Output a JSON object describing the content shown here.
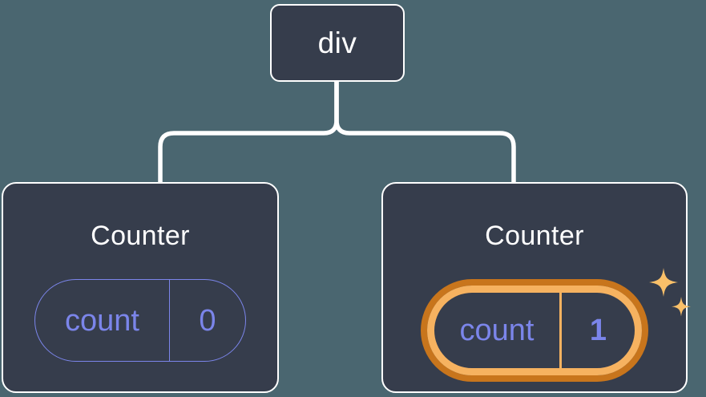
{
  "diagram": {
    "title": "React component tree with state update highlight",
    "background_color": "#4a6670",
    "node_fill_color": "#363d4c",
    "node_border_color": "#ffffff",
    "connector_color": "#ffffff",
    "state_color": "#7b85ea",
    "highlight_outer_color": "#c8751c",
    "highlight_inner_color": "#f6b260",
    "sparkle_color": "#fac069"
  },
  "root": {
    "label": "div"
  },
  "children": [
    {
      "title": "Counter",
      "state": {
        "key": "count",
        "value": "0"
      },
      "highlighted": false
    },
    {
      "title": "Counter",
      "state": {
        "key": "count",
        "value": "1"
      },
      "highlighted": true,
      "sparkles": [
        "sparkle-large",
        "sparkle-small"
      ]
    }
  ]
}
